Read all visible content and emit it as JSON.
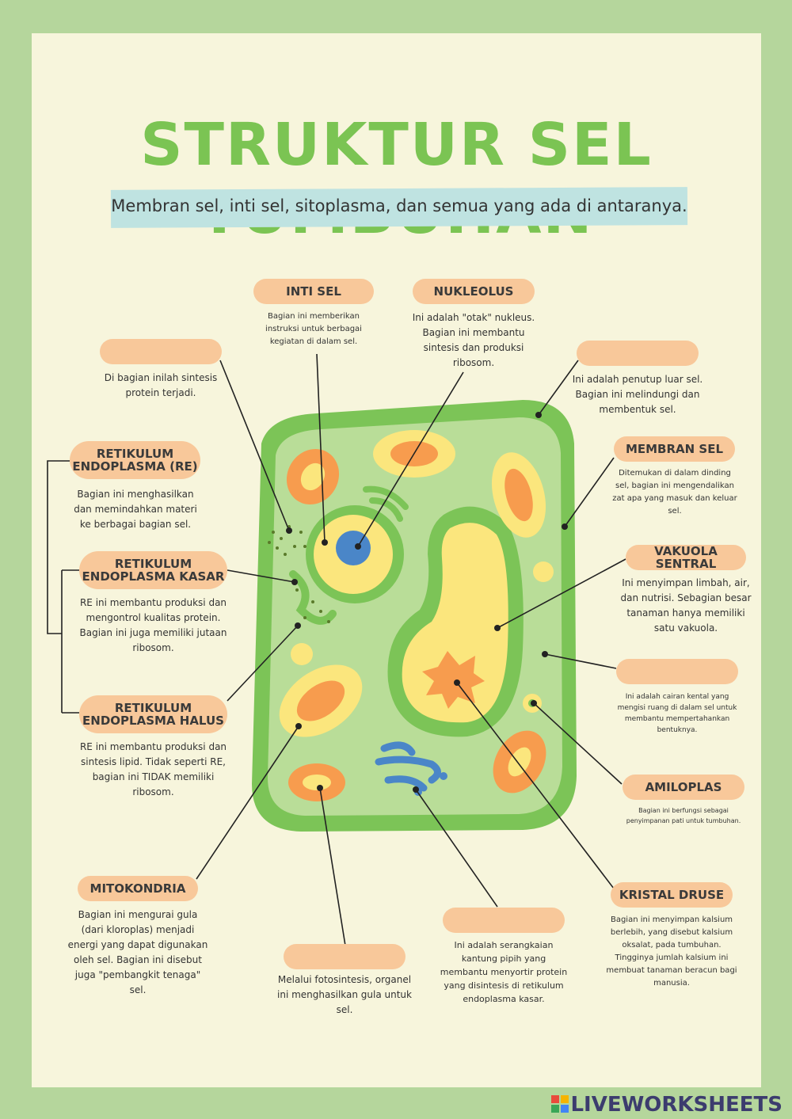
{
  "title": "STRUKTUR SEL TUMBUHAN",
  "subtitle": "Membran sel, inti sel, sitoplasma, dan semua yang ada di antaranya.",
  "labels": {
    "inti_sel": {
      "name": "INTI SEL",
      "desc": "Bagian ini memberikan instruksi untuk berbagai kegiatan di dalam sel."
    },
    "nukleolus": {
      "name": "NUKLEOLUS",
      "desc": "Ini adalah \"otak\" nukleus. Bagian ini membantu sintesis dan produksi ribosom."
    },
    "ribosom_blank": {
      "name": "",
      "desc": "Di bagian inilah sintesis protein terjadi."
    },
    "dinding_blank": {
      "name": "",
      "desc": "Ini adalah penutup luar sel. Bagian ini melindungi dan membentuk sel."
    },
    "re": {
      "name": "RETIKULUM ENDOPLASMA (RE)",
      "desc": "Bagian ini menghasilkan dan memindahkan materi ke berbagai bagian sel."
    },
    "membran_sel": {
      "name": "MEMBRAN SEL",
      "desc": "Ditemukan di dalam dinding sel, bagian ini mengendalikan zat apa yang masuk dan keluar sel."
    },
    "re_kasar": {
      "name": "RETIKULUM ENDOPLASMA KASAR",
      "desc": "RE ini membantu produksi dan mengontrol kualitas protein. Bagian ini juga memiliki jutaan ribosom."
    },
    "vakuola": {
      "name": "VAKUOLA SENTRAL",
      "desc": "Ini menyimpan limbah, air, dan nutrisi. Sebagian besar tanaman hanya memiliki satu vakuola."
    },
    "sitoplasma_blank": {
      "name": "",
      "desc": "Ini adalah cairan kental yang mengisi ruang di dalam sel untuk membantu mempertahankan bentuknya."
    },
    "re_halus": {
      "name": "RETIKULUM ENDOPLASMA HALUS",
      "desc": "RE ini membantu produksi dan sintesis lipid. Tidak seperti RE, bagian ini TIDAK memiliki ribosom."
    },
    "amiloplas": {
      "name": "AMILOPLAS",
      "desc": "Bagian ini berfungsi sebagai penyimpanan pati untuk tumbuhan."
    },
    "mitokondria": {
      "name": "MITOKONDRIA",
      "desc": "Bagian ini mengurai gula (dari kloroplas) menjadi energi yang dapat digunakan oleh sel. Bagian ini disebut juga \"pembangkit tenaga\" sel."
    },
    "kristal": {
      "name": "KRISTAL DRUSE",
      "desc": "Bagian ini menyimpan kalsium berlebih, yang disebut kalsium oksalat, pada tumbuhan. Tingginya jumlah kalsium ini membuat tanaman beracun bagi manusia."
    },
    "golgi_blank": {
      "name": "",
      "desc": "Ini adalah serangkaian kantung pipih yang membantu menyortir protein yang disintesis di retikulum endoplasma kasar."
    },
    "kloroplas_blank": {
      "name": "",
      "desc": "Melalui fotosintesis, organel ini menghasilkan gula untuk sel."
    }
  },
  "brand": "LIVEWORKSHEETS",
  "colors": {
    "border": "#b5d69c",
    "title": "#7bc453",
    "pill": "#f8c89a",
    "cell_wall": "#7cc457",
    "cytoplasm": "#b9dd98"
  }
}
